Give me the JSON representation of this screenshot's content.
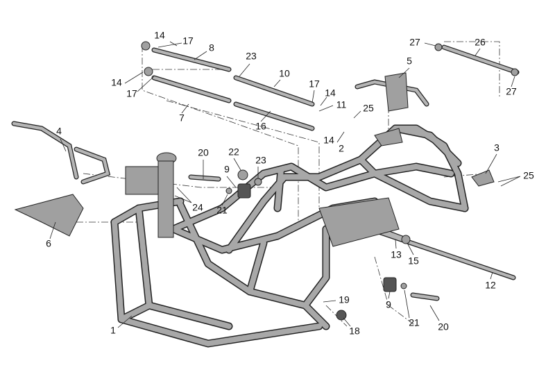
{
  "diagram": {
    "part_labels": [
      {
        "id": "14",
        "text": "14"
      },
      {
        "id": "17",
        "text": "17"
      },
      {
        "id": "8",
        "text": "8"
      },
      {
        "id": "23",
        "text": "23"
      },
      {
        "id": "10",
        "text": "10"
      },
      {
        "id": "17",
        "text": "17"
      },
      {
        "id": "14",
        "text": "14"
      },
      {
        "id": "11",
        "text": "11"
      },
      {
        "id": "25",
        "text": "25"
      },
      {
        "id": "14",
        "text": "14"
      },
      {
        "id": "2",
        "text": "2"
      },
      {
        "id": "16",
        "text": "16"
      },
      {
        "id": "5",
        "text": "5"
      },
      {
        "id": "27",
        "text": "27"
      },
      {
        "id": "26",
        "text": "26"
      },
      {
        "id": "27",
        "text": "27"
      },
      {
        "id": "14",
        "text": "14"
      },
      {
        "id": "17",
        "text": "17"
      },
      {
        "id": "7",
        "text": "7"
      },
      {
        "id": "4",
        "text": "4"
      },
      {
        "id": "20",
        "text": "20"
      },
      {
        "id": "22",
        "text": "22"
      },
      {
        "id": "23",
        "text": "23"
      },
      {
        "id": "9",
        "text": "9"
      },
      {
        "id": "21",
        "text": "21"
      },
      {
        "id": "24",
        "text": "24"
      },
      {
        "id": "6",
        "text": "6"
      },
      {
        "id": "3",
        "text": "3"
      },
      {
        "id": "25",
        "text": "25"
      },
      {
        "id": "13",
        "text": "13"
      },
      {
        "id": "15",
        "text": "15"
      },
      {
        "id": "12",
        "text": "12"
      },
      {
        "id": "9",
        "text": "9"
      },
      {
        "id": "19",
        "text": "19"
      },
      {
        "id": "21",
        "text": "21"
      },
      {
        "id": "20",
        "text": "20"
      },
      {
        "id": "18",
        "text": "18"
      },
      {
        "id": "1",
        "text": "1"
      }
    ]
  }
}
